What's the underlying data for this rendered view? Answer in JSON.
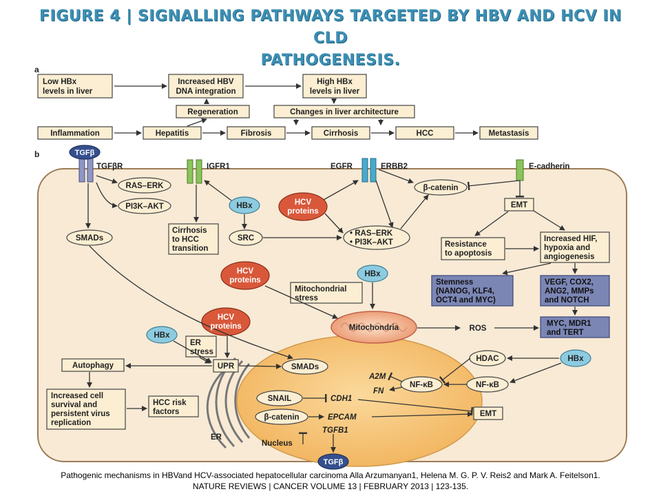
{
  "title": {
    "line1": "FIGURE 4 | SIGNALLING PATHWAYS TARGETED BY HBV AND HCV IN CLD",
    "line2": "PATHOGENESIS."
  },
  "panel_labels": {
    "a": "a",
    "b": "b"
  },
  "panel_a": {
    "low_hbx": [
      "Low HBx",
      "levels in liver"
    ],
    "increased_hbv": [
      "Increased HBV",
      "DNA integration"
    ],
    "high_hbx": [
      "High HBx",
      "levels in liver"
    ],
    "regeneration": "Regeneration",
    "changes": "Changes in liver architecture",
    "inflammation": "Inflammation",
    "hepatitis": "Hepatitis",
    "fibrosis": "Fibrosis",
    "cirrhosis": "Cirrhosis",
    "hcc": "HCC",
    "metastasis": "Metastasis"
  },
  "panel_b": {
    "tgfb": "TGFβ",
    "tgfbr": "TGFβR",
    "igfr1": "IGFR1",
    "egfr": "EGFR",
    "erbb2": "ERBB2",
    "ecadherin": "E-cadherin",
    "ras_erk": "RAS–ERK",
    "pi3k_akt": "PI3K–AKT",
    "hbx": "HBx",
    "hcv_proteins": [
      "HCV",
      "proteins"
    ],
    "beta_catenin": "β-catenin",
    "emt": "EMT",
    "smads": "SMADs",
    "cirrhosis_hcc": [
      "Cirrhosis",
      "to HCC",
      "transition"
    ],
    "src": "SRC",
    "ras_pi3k": [
      "• RAS–ERK",
      "• PI3K–AKT"
    ],
    "resistance": [
      "Resistance",
      "to apoptosis"
    ],
    "increased_hif": [
      "Increased HIF,",
      "hypoxia and",
      "angiogenesis"
    ],
    "stemness": [
      "Stemness",
      "(NANOG, KLF4,",
      "OCT4 and MYC)"
    ],
    "vegf": [
      "VEGF, COX2,",
      "ANG2, MMPs",
      "and NOTCH"
    ],
    "mito_stress": [
      "Mitochondrial",
      "stress"
    ],
    "mitochondria": "Mitochondria",
    "ros": "ROS",
    "myc": [
      "MYC, MDR1",
      "and TERT"
    ],
    "er_stress": [
      "ER",
      "stress"
    ],
    "upr": "UPR",
    "autophagy": "Autophagy",
    "survival": [
      "Increased cell",
      "survival and",
      "persistent virus",
      "replication"
    ],
    "hcc_risk": [
      "HCC risk",
      "factors"
    ],
    "hdac": "HDAC",
    "a2m": "A2M",
    "fn": "FN",
    "nfkb": "NF-κB",
    "snail": "SNAIL",
    "cdh1": "CDH1",
    "epcam": "EPCAM",
    "tgfb1": "TGFB1",
    "er": "ER",
    "nucleus": "Nucleus"
  },
  "caption": {
    "line1": "Pathogenic mechanisms in HBVand HCV-associated hepatocellular carcinoma Alla Arzumanyan1, Helena M. G. P. V. Reis2 and Mark A. Feitelson1.",
    "line2": "NATURE REVIEWS | CANCER VOLUME 13 | FEBRUARY 2013 | 123-135."
  },
  "colors": {
    "title": "#3c8fb4",
    "box_fill": "#fbeed2",
    "box_stroke": "#444444",
    "cell_fill": "#f8ead5",
    "nucleus_fill": "#f6c77e",
    "hbx_fill": "#8ccbe0",
    "hcv_fill": "#d9583a",
    "tgfb_fill": "#35508f",
    "stem_fill": "#7b86b5",
    "receptor_blue": "#49a9cc",
    "receptor_green": "#8ac45a",
    "receptor_purple": "#8e96c4"
  }
}
